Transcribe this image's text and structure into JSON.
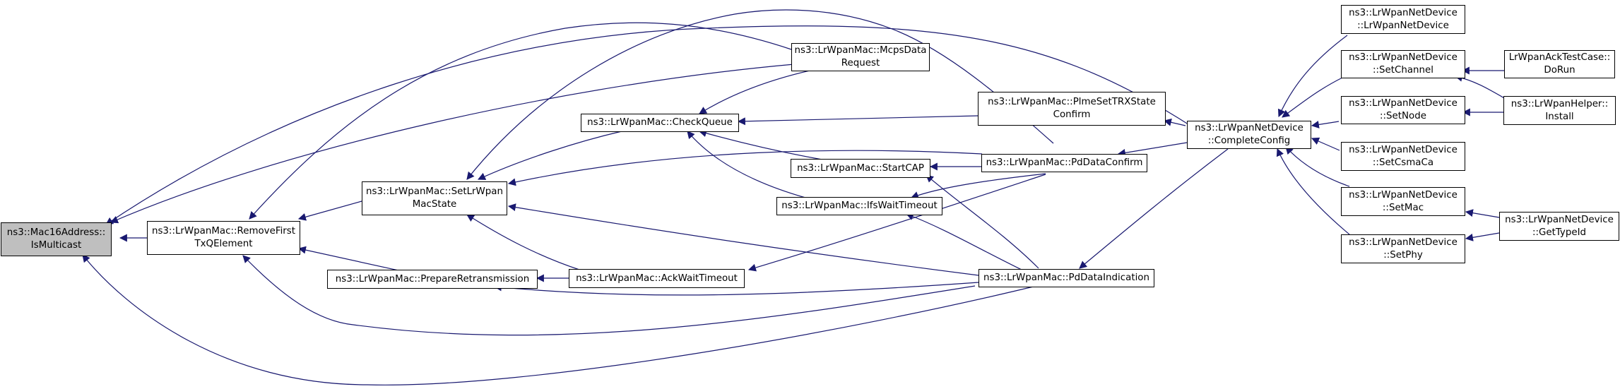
{
  "colors": {
    "edge": "#191970",
    "root_fill": "#bfbfbf",
    "node_fill": "#ffffff",
    "border": "#000000"
  },
  "nodes": {
    "mac16_ismulticast": {
      "line1": "ns3::Mac16Address::",
      "line2": "IsMulticast"
    },
    "remove_first_txq": {
      "line1": "ns3::LrWpanMac::RemoveFirst",
      "line2": "TxQElement"
    },
    "set_lrwpan_macstate": {
      "line1": "ns3::LrWpanMac::SetLrWpan",
      "line2": "MacState"
    },
    "prepare_retransmission": {
      "line1": "ns3::LrWpanMac::PrepareRetransmission"
    },
    "check_queue": {
      "line1": "ns3::LrWpanMac::CheckQueue"
    },
    "mcps_data_request": {
      "line1": "ns3::LrWpanMac::McpsData",
      "line2": "Request"
    },
    "start_cap": {
      "line1": "ns3::LrWpanMac::StartCAP"
    },
    "ifs_wait_timeout": {
      "line1": "ns3::LrWpanMac::IfsWaitTimeout"
    },
    "ack_wait_timeout": {
      "line1": "ns3::LrWpanMac::AckWaitTimeout"
    },
    "plme_set_trx_state": {
      "line1": "ns3::LrWpanMac::PlmeSetTRXState",
      "line2": "Confirm"
    },
    "pd_data_confirm": {
      "line1": "ns3::LrWpanMac::PdDataConfirm"
    },
    "pd_data_indication": {
      "line1": "ns3::LrWpanMac::PdDataIndication"
    },
    "complete_config": {
      "line1": "ns3::LrWpanNetDevice",
      "line2": "::CompleteConfig"
    },
    "netdevice_ctor": {
      "line1": "ns3::LrWpanNetDevice",
      "line2": "::LrWpanNetDevice"
    },
    "set_channel": {
      "line1": "ns3::LrWpanNetDevice",
      "line2": "::SetChannel"
    },
    "set_node": {
      "line1": "ns3::LrWpanNetDevice",
      "line2": "::SetNode"
    },
    "set_csmaca": {
      "line1": "ns3::LrWpanNetDevice",
      "line2": "::SetCsmaCa"
    },
    "set_mac": {
      "line1": "ns3::LrWpanNetDevice",
      "line2": "::SetMac"
    },
    "set_phy": {
      "line1": "ns3::LrWpanNetDevice",
      "line2": "::SetPhy"
    },
    "ack_test_dorun": {
      "line1": "LrWpanAckTestCase::",
      "line2": "DoRun"
    },
    "helper_install": {
      "line1": "ns3::LrWpanHelper::",
      "line2": "Install"
    },
    "get_type_id": {
      "line1": "ns3::LrWpanNetDevice",
      "line2": "::GetTypeId"
    }
  }
}
